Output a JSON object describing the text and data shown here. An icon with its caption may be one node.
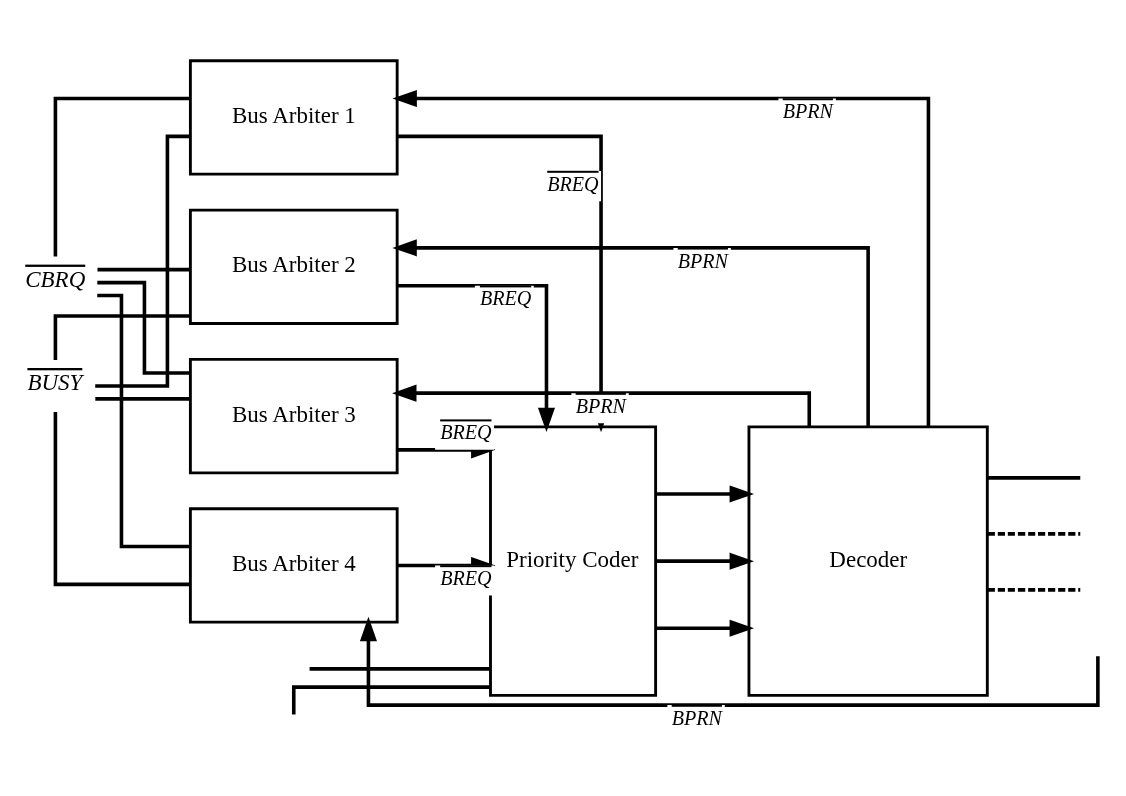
{
  "diagram": {
    "nodes": [
      {
        "text": [
          "Bus Arbiter 1"
        ]
      },
      {
        "text": [
          "Bus Arbiter 2"
        ]
      },
      {
        "text": [
          "Bus Arbiter 3"
        ]
      },
      {
        "text": [
          "Bus Arbiter 4"
        ]
      },
      {
        "text": [
          "Priority Coder"
        ]
      },
      {
        "text": [
          "Decoder"
        ]
      },
      {
        "text": [
          "CBRQ"
        ]
      },
      {
        "text": [
          "BUSY"
        ]
      }
    ],
    "edges": [
      {
        "from": 0,
        "to": 6,
        "arrow": "none"
      },
      {
        "from": 0,
        "to": 7,
        "arrow": "none"
      },
      {
        "from": 1,
        "to": 6,
        "arrow": "none"
      },
      {
        "from": 1,
        "to": 7,
        "arrow": "none"
      },
      {
        "from": 2,
        "to": 6,
        "arrow": "none"
      },
      {
        "from": 2,
        "to": 7,
        "arrow": "none"
      },
      {
        "from": 3,
        "to": 6,
        "arrow": "none"
      },
      {
        "from": 3,
        "to": 7,
        "arrow": "none"
      },
      {
        "from": 0,
        "to": 4,
        "arrow": "to",
        "label": "BREQ"
      },
      {
        "from": 1,
        "to": 4,
        "arrow": "to",
        "label": "BREQ"
      },
      {
        "from": 2,
        "to": 4,
        "arrow": "to",
        "label": "BREQ"
      },
      {
        "from": 3,
        "to": 4,
        "arrow": "to",
        "label": "BREQ"
      },
      {
        "from": null,
        "to": 4,
        "arrow": "none"
      },
      {
        "from": null,
        "to": 4,
        "arrow": "none"
      },
      {
        "from": 4,
        "to": 5,
        "arrow": "to"
      },
      {
        "from": 4,
        "to": 5,
        "arrow": "to"
      },
      {
        "from": 4,
        "to": 5,
        "arrow": "to"
      },
      {
        "from": 5,
        "to": 0,
        "arrow": "to",
        "label": "BPRN"
      },
      {
        "from": 5,
        "to": 1,
        "arrow": "to",
        "label": "BPRN"
      },
      {
        "from": 5,
        "to": 2,
        "arrow": "to",
        "label": "BPRN"
      },
      {
        "from": 5,
        "to": null,
        "arrow": "none"
      },
      {
        "from": 5,
        "to": null,
        "arrow": "none",
        "style": "dashed"
      },
      {
        "from": 5,
        "to": null,
        "arrow": "none",
        "style": "dashed"
      },
      {
        "from": null,
        "to": 3,
        "arrow": "to",
        "label": "BPRN"
      }
    ]
  }
}
